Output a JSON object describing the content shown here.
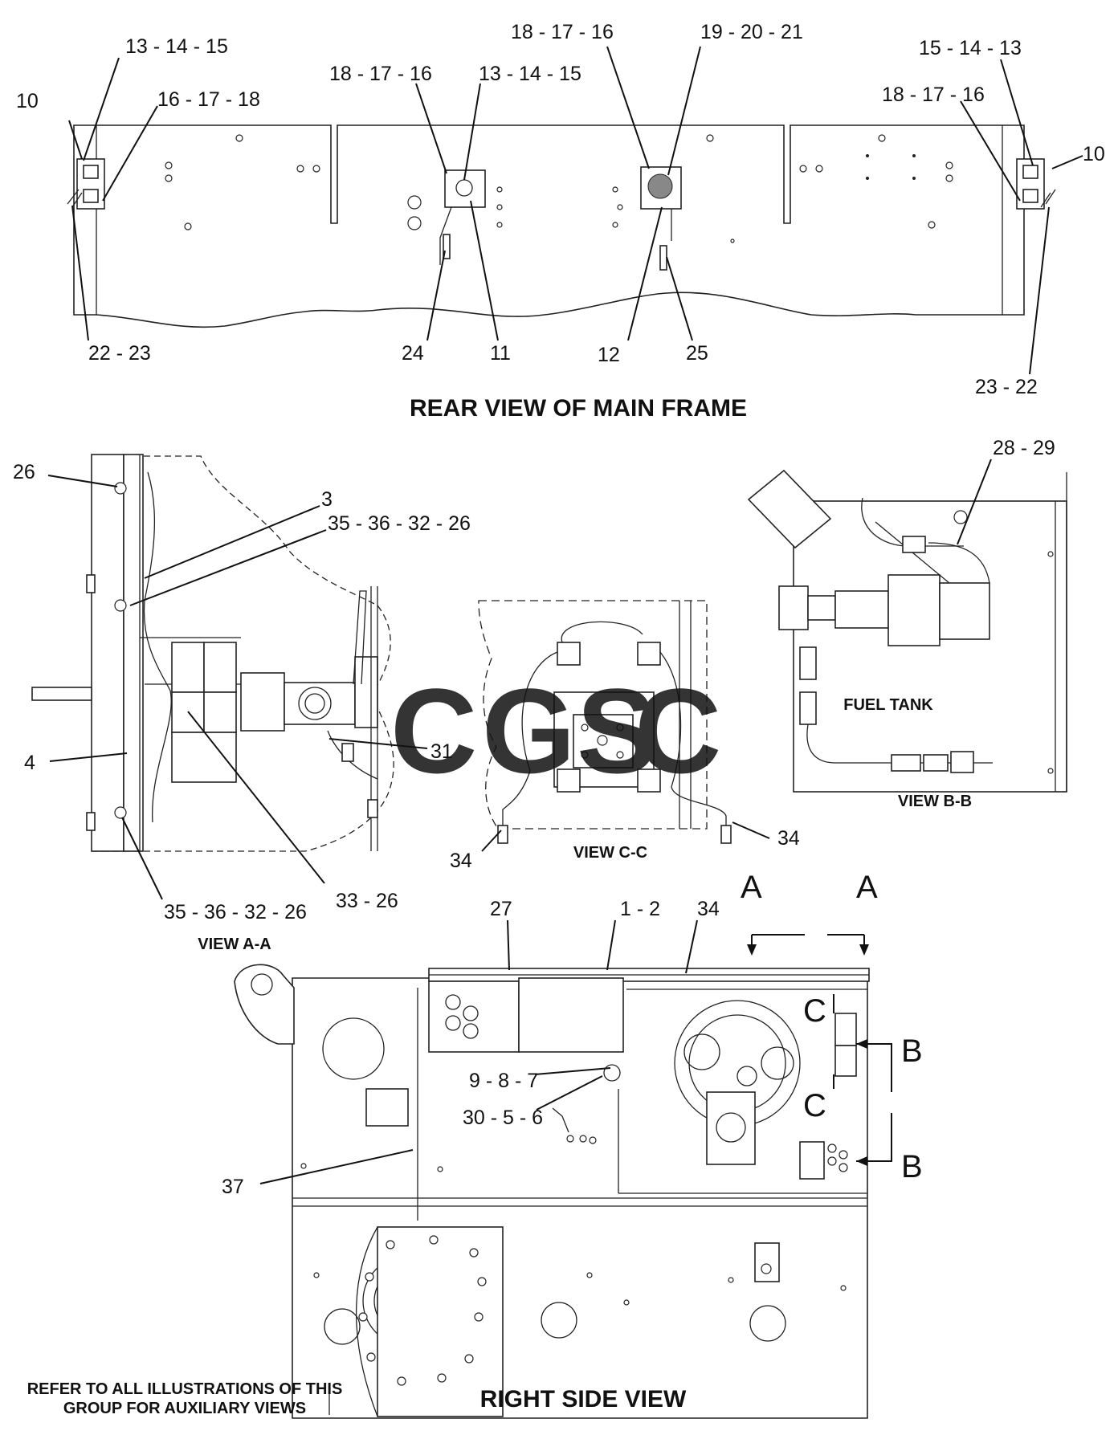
{
  "rear_view": {
    "title": "REAR VIEW OF MAIN FRAME",
    "labels": {
      "l_13_14_15_a": "13 - 14 - 15",
      "l_10_a": "10",
      "l_16_17_18": "16 - 17 - 18",
      "l_18_17_16_a": "18 - 17 - 16",
      "l_13_14_15_b": "13 - 14 - 15",
      "l_18_17_16_b": "18 - 17 - 16",
      "l_19_20_21": "19 - 20 - 21",
      "l_15_14_13": "15 - 14 - 13",
      "l_18_17_16_c": "18 - 17 - 16",
      "l_10_b": "10",
      "l_22_23": "22 - 23",
      "l_24": "24",
      "l_11": "11",
      "l_12": "12",
      "l_25": "25",
      "l_23_22": "23 - 22"
    }
  },
  "view_aa": {
    "title": "VIEW A-A",
    "labels": {
      "l_26": "26",
      "l_3": "3",
      "l_35_36_32_26_a": "35 - 36 - 32 - 26",
      "l_4": "4",
      "l_31": "31",
      "l_35_36_32_26_b": "35 - 36 - 32 - 26",
      "l_33_26": "33 - 26"
    }
  },
  "view_cc": {
    "title": "VIEW C-C",
    "labels": {
      "l_34_a": "34",
      "l_34_b": "34"
    }
  },
  "view_bb": {
    "title": "VIEW B-B",
    "fuel_tank": "FUEL TANK",
    "labels": {
      "l_28_29": "28 - 29"
    }
  },
  "right_side_view": {
    "title": "RIGHT SIDE VIEW",
    "labels": {
      "l_27": "27",
      "l_1_2": "1 - 2",
      "l_34": "34",
      "l_9_8_7": "9 - 8 - 7",
      "l_30_5_6": "30 - 5 - 6",
      "l_37": "37"
    },
    "section_markers": {
      "a_left": "A",
      "a_right": "A",
      "b_top": "B",
      "b_bottom": "B",
      "c_top": "C",
      "c_bottom": "C"
    }
  },
  "note": {
    "line1": "REFER TO ALL ILLUSTRATIONS OF THIS",
    "line2": "GROUP FOR AUXILIARY VIEWS"
  },
  "watermark": {
    "letters": [
      "C",
      "G",
      "S",
      "C"
    ],
    "colors": [
      "#4a86e8",
      "#ea6b6b",
      "#f3c333",
      "#4cae6e"
    ]
  }
}
